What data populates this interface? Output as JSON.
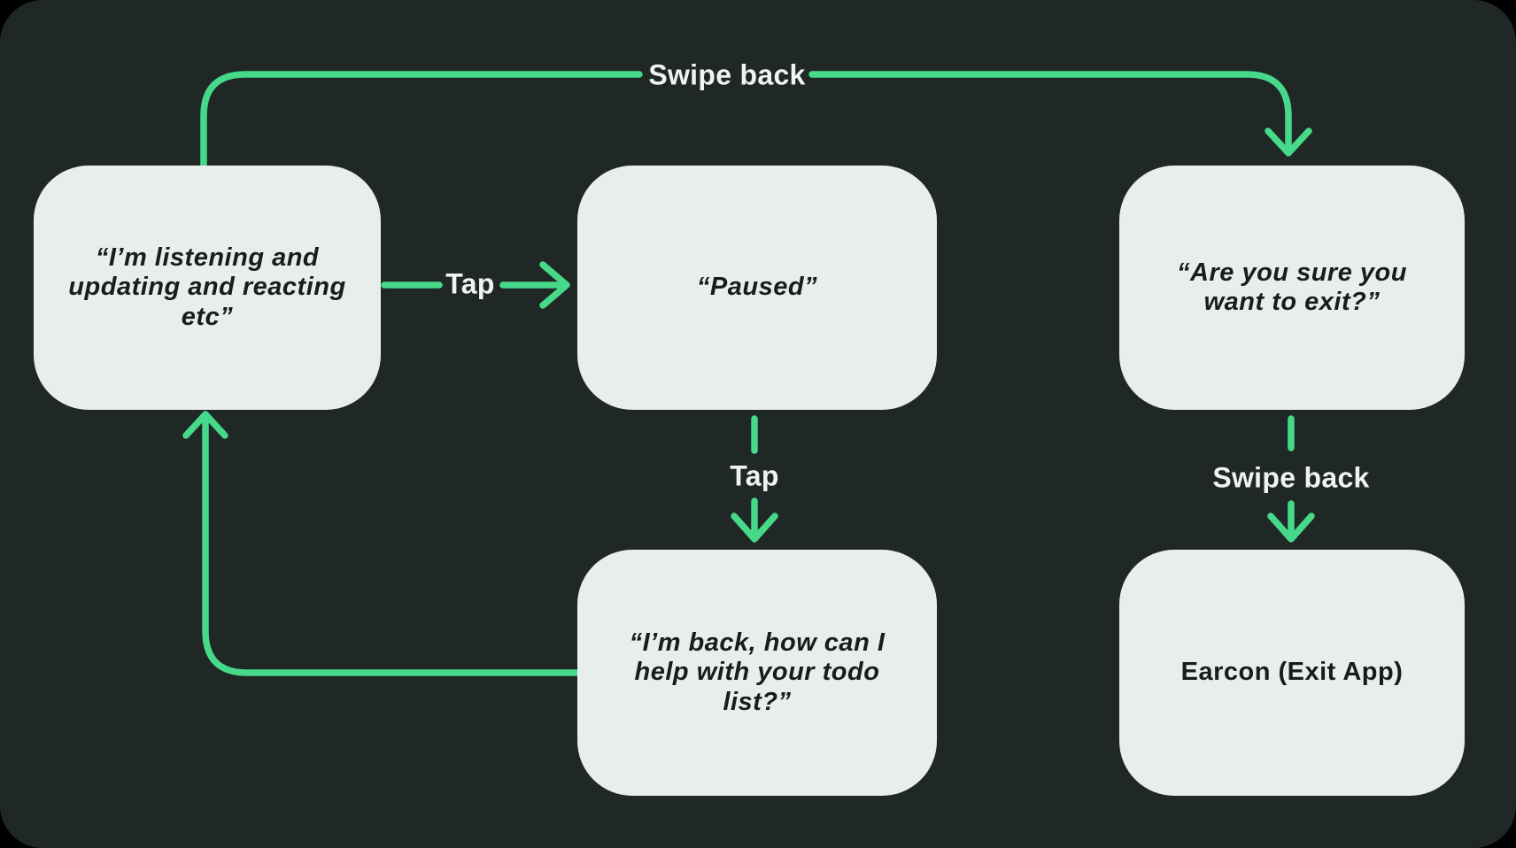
{
  "diagram": {
    "colors": {
      "background": "#202826",
      "node_fill": "#E8EEEB",
      "node_text": "#161E1B",
      "arrow": "#46D98A",
      "edge_label": "#EFF3F1"
    },
    "nodes": [
      {
        "id": "listening",
        "text": "“I’m listening and updating and reacting etc”",
        "quoted": true
      },
      {
        "id": "paused",
        "text": "“Paused”",
        "quoted": true
      },
      {
        "id": "exit_confirm",
        "text": "“Are you sure you want to exit?”",
        "quoted": true
      },
      {
        "id": "back_again",
        "text": "“I’m back, how can I help with your todo list?”",
        "quoted": true
      },
      {
        "id": "earcon",
        "text": "Earcon (Exit App)",
        "quoted": false
      }
    ],
    "edges": [
      {
        "id": "swipe_back_top",
        "from": "listening",
        "to": "exit_confirm",
        "label": "Swipe back"
      },
      {
        "id": "tap_pause",
        "from": "listening",
        "to": "paused",
        "label": "Tap"
      },
      {
        "id": "tap_resume",
        "from": "paused",
        "to": "back_again",
        "label": "Tap"
      },
      {
        "id": "swipe_back_exit",
        "from": "exit_confirm",
        "to": "earcon",
        "label": "Swipe back"
      },
      {
        "id": "loop_return",
        "from": "back_again",
        "to": "listening",
        "label": ""
      }
    ]
  }
}
